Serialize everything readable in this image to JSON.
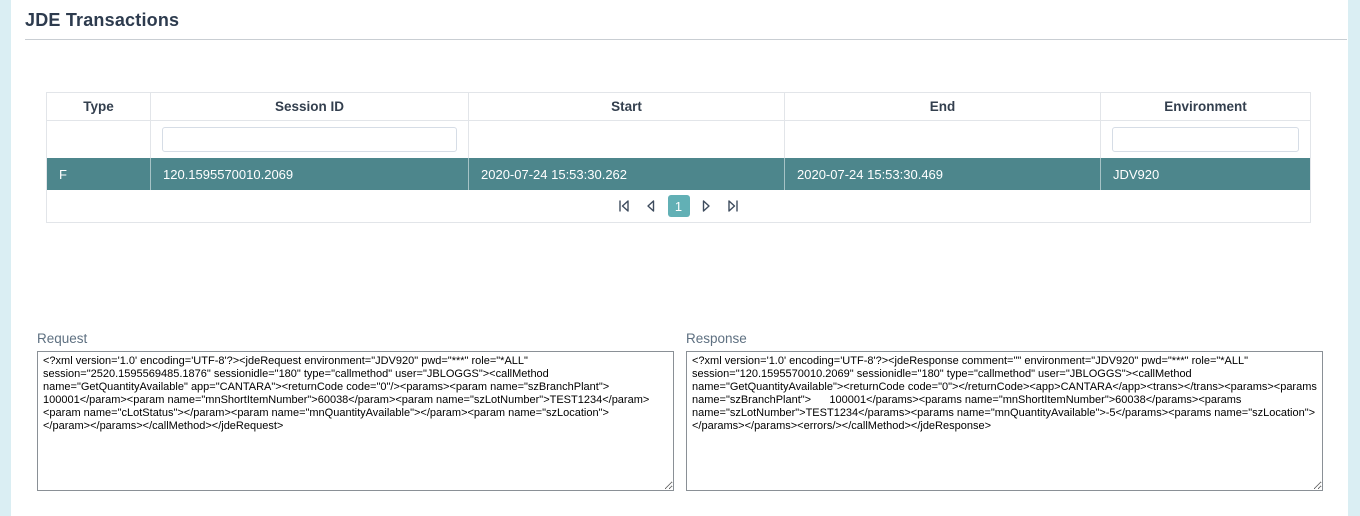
{
  "page": {
    "title": "JDE Transactions"
  },
  "colors": {
    "selected_row": "#4d868c",
    "active_page": "#62b0b5",
    "page_bg": "#daeef3"
  },
  "table": {
    "columns": [
      "Type",
      "Session ID",
      "Start",
      "End",
      "Environment"
    ],
    "filters": {
      "session_id_value": "",
      "environment_value": ""
    },
    "rows": [
      {
        "type": "F",
        "session_id": "120.1595570010.2069",
        "start": "2020-07-24 15:53:30.262",
        "end": "2020-07-24 15:53:30.469",
        "environment": "JDV920"
      }
    ],
    "pagination": {
      "current_page": "1",
      "icons": [
        "first-page",
        "previous-page",
        "next-page",
        "last-page"
      ]
    }
  },
  "request": {
    "label": "Request",
    "value": "<?xml version='1.0' encoding='UTF-8'?><jdeRequest environment=\"JDV920\" pwd=\"***\" role=\"*ALL\" session=\"2520.1595569485.1876\" sessionidle=\"180\" type=\"callmethod\" user=\"JBLOGGS\"><callMethod name=\"GetQuantityAvailable\" app=\"CANTARA\"><returnCode code=\"0\"/><params><param name=\"szBranchPlant\">      100001</param><param name=\"mnShortItemNumber\">60038</param><param name=\"szLotNumber\">TEST1234</param><param name=\"cLotStatus\"></param><param name=\"mnQuantityAvailable\"></param><param name=\"szLocation\">              </param></params></callMethod></jdeRequest>"
  },
  "response": {
    "label": "Response",
    "value": "<?xml version='1.0' encoding='UTF-8'?><jdeResponse comment=\"\" environment=\"JDV920\" pwd=\"***\" role=\"*ALL\" session=\"120.1595570010.2069\" sessionidle=\"180\" type=\"callmethod\" user=\"JBLOGGS\"><callMethod name=\"GetQuantityAvailable\"><returnCode code=\"0\"></returnCode><app>CANTARA</app><trans></trans><params><params name=\"szBranchPlant\">      100001</params><params name=\"mnShortItemNumber\">60038</params><params name=\"szLotNumber\">TEST1234</params><params name=\"mnQuantityAvailable\">-5</params><params name=\"szLocation\"></params></params><errors/></callMethod></jdeResponse>"
  }
}
